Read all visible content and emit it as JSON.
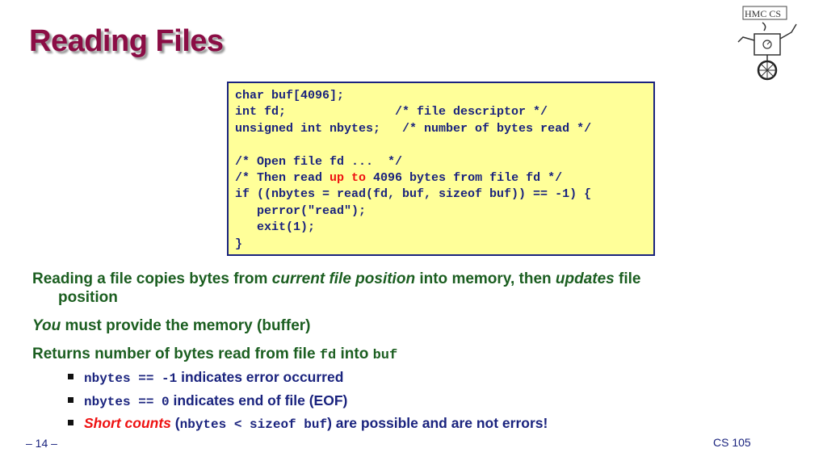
{
  "title": "Reading Files",
  "logo": {
    "text": "HMC CS"
  },
  "code": {
    "line1": "char buf[4096];",
    "line2": "int fd;               /* file descriptor */",
    "line3": "unsigned int nbytes;   /* number of bytes read */",
    "line4": "",
    "line5": "/* Open file fd ...  */",
    "line6_pre": "/* Then read ",
    "line6_hl": "up to",
    "line6_post": " 4096 bytes from file fd */",
    "line7": "if ((nbytes = read(fd, buf, sizeof buf)) == -1) {",
    "line8": "   perror(\"read\");",
    "line9": "   exit(1);",
    "line10": "}"
  },
  "bullets": {
    "b1_a": "Reading a file copies bytes from ",
    "b1_em1": "current file position",
    "b1_b": " into memory, then ",
    "b1_em2": "updates",
    "b1_c": " file",
    "b1_cont": "position",
    "b2_em": "You",
    "b2_text": " must provide the memory (buffer)",
    "b3_a": "Returns number of bytes read from file ",
    "b3_code1": "fd",
    "b3_b": " into ",
    "b3_code2": "buf",
    "sub1_code": "nbytes == -1",
    "sub1_text": " indicates error occurred",
    "sub2_code": "nbytes == 0",
    "sub2_text": " indicates end of file (EOF)",
    "sub3_red": "Short counts",
    "sub3_a": " (",
    "sub3_code": "nbytes < sizeof buf",
    "sub3_b": ") are possible and are not errors!"
  },
  "footer": {
    "page": "– 14 –",
    "course": "CS 105"
  }
}
